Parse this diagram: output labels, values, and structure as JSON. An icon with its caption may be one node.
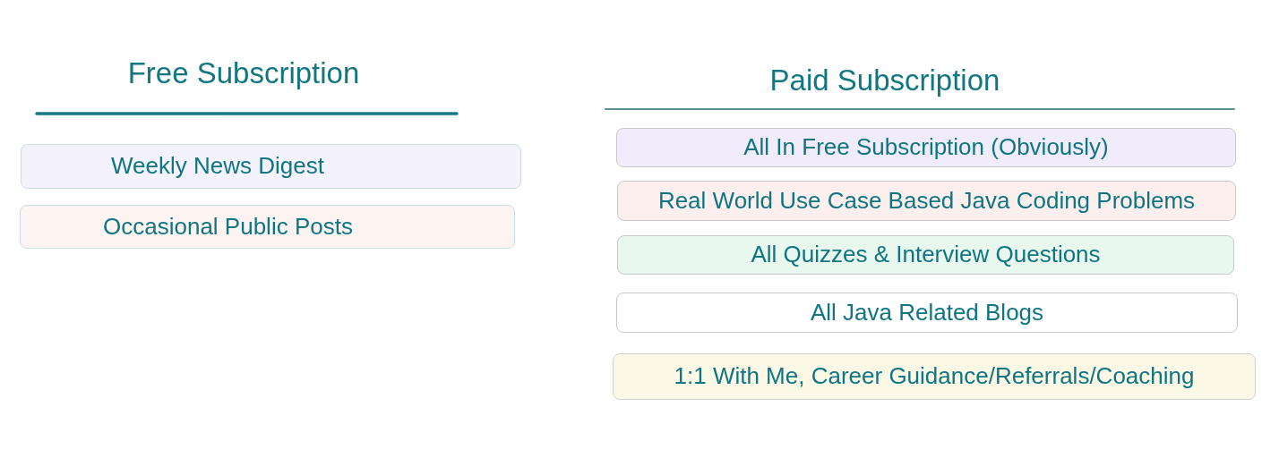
{
  "diagram": {
    "nodes": [
      {
        "text": [
          "Weekly News Digest"
        ]
      },
      {
        "text": [
          "Occasional Public Posts"
        ]
      },
      {
        "text": [
          "All In Free Subscription (Obviously)"
        ]
      },
      {
        "text": [
          "Real World Use Case Based Java Coding Problems"
        ]
      },
      {
        "text": [
          "All Quizzes & Interview Questions"
        ]
      },
      {
        "text": [
          "All Java Related Blogs"
        ]
      },
      {
        "text": [
          "1:1 With Me, Career Guidance/Referrals/Coaching"
        ]
      }
    ],
    "labels": [
      "Free Subscription",
      "Paid Subscription"
    ]
  }
}
